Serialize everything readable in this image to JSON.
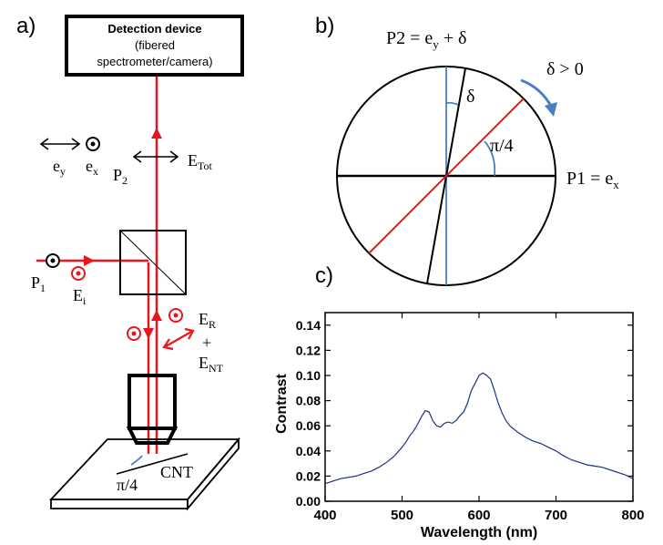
{
  "panel_a": {
    "label": "a)",
    "detector": {
      "line1": "Detection device",
      "line2": "(fibered",
      "line3": "spectrometer/camera)"
    },
    "ey": "e",
    "ey_sub": "y",
    "ex": "e",
    "ex_sub": "x",
    "p2": "P",
    "p2_sub": "2",
    "etot": "E",
    "etot_sub": "Tot",
    "p1": "P",
    "p1_sub": "1",
    "ei": "E",
    "ei_sub": "i",
    "er": "E",
    "er_sub": "R",
    "plus": "+",
    "ent": "E",
    "ent_sub": "NT",
    "cnt": "CNT",
    "angle": "π/4",
    "colors": {
      "beam": "#e8161c",
      "line": "#000000",
      "angle_arc": "#4a7fc1"
    }
  },
  "panel_b": {
    "label": "b)",
    "p2_eq": "P2 = e",
    "p2_eq_sub": "y",
    "p2_eq_tail": " + δ",
    "p1_eq": "P1 = e",
    "p1_eq_sub": "x",
    "delta": "δ",
    "delta_gt": "δ > 0",
    "angle": "π/4",
    "colors": {
      "red_axis": "#e8161c",
      "blue_axis": "#4a7fc1"
    }
  },
  "panel_c": {
    "label": "c)"
  },
  "chart_data": {
    "type": "line",
    "xlabel": "Wavelength (nm)",
    "ylabel": "Contrast",
    "xlim": [
      400,
      800
    ],
    "ylim": [
      0.0,
      0.15
    ],
    "xticks": [
      "400",
      "500",
      "600",
      "700",
      "800"
    ],
    "yticks": [
      "0.00",
      "0.02",
      "0.04",
      "0.06",
      "0.08",
      "0.10",
      "0.12",
      "0.14"
    ],
    "grid": false,
    "series": [
      {
        "color": "#1f2f8f",
        "x": [
          400,
          410,
          420,
          430,
          440,
          450,
          460,
          470,
          480,
          490,
          500,
          505,
          510,
          515,
          520,
          525,
          530,
          535,
          540,
          545,
          550,
          555,
          560,
          565,
          570,
          575,
          580,
          585,
          590,
          595,
          600,
          605,
          610,
          615,
          620,
          625,
          630,
          635,
          640,
          650,
          660,
          670,
          680,
          690,
          700,
          710,
          720,
          730,
          740,
          750,
          760,
          770,
          780,
          790,
          800
        ],
        "y": [
          0.014,
          0.016,
          0.018,
          0.019,
          0.02,
          0.022,
          0.024,
          0.027,
          0.031,
          0.036,
          0.043,
          0.047,
          0.052,
          0.056,
          0.061,
          0.067,
          0.072,
          0.071,
          0.064,
          0.06,
          0.059,
          0.062,
          0.063,
          0.062,
          0.064,
          0.068,
          0.071,
          0.078,
          0.088,
          0.094,
          0.1,
          0.102,
          0.1,
          0.097,
          0.088,
          0.078,
          0.07,
          0.064,
          0.06,
          0.055,
          0.051,
          0.048,
          0.046,
          0.043,
          0.04,
          0.036,
          0.033,
          0.031,
          0.029,
          0.028,
          0.027,
          0.025,
          0.023,
          0.021,
          0.018
        ]
      }
    ]
  }
}
